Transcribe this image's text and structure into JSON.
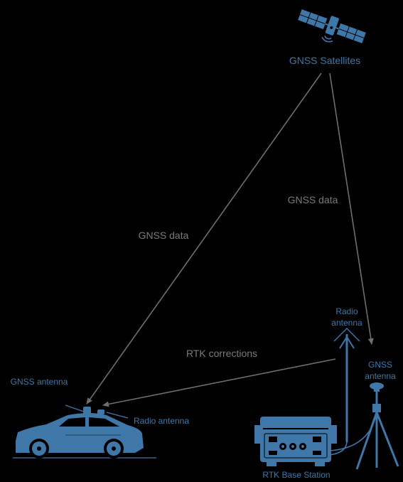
{
  "labels": {
    "satellites": "GNSS Satellites",
    "gnss_data_left": "GNSS data",
    "gnss_data_right": "GNSS data",
    "rtk_corrections": "RTK corrections",
    "radio_antenna_top_line1": "Radio",
    "radio_antenna_top_line2": "antenna",
    "gnss_antenna_right_line1": "GNSS",
    "gnss_antenna_right_line2": "antenna",
    "gnss_antenna_car": "GNSS antenna",
    "radio_antenna_car": "Radio antenna",
    "base_station": "RTK Base Station"
  },
  "colors": {
    "background": "#000000",
    "device_blue": "#3f77a8",
    "device_blue_dark": "#2b5c87",
    "arrow_gray": "#6e6e6e",
    "text_gray": "#7a7a7a"
  },
  "icons": [
    "satellite-icon",
    "car-icon",
    "radio-mast-icon",
    "tripod-antenna-icon",
    "base-station-case-icon"
  ]
}
